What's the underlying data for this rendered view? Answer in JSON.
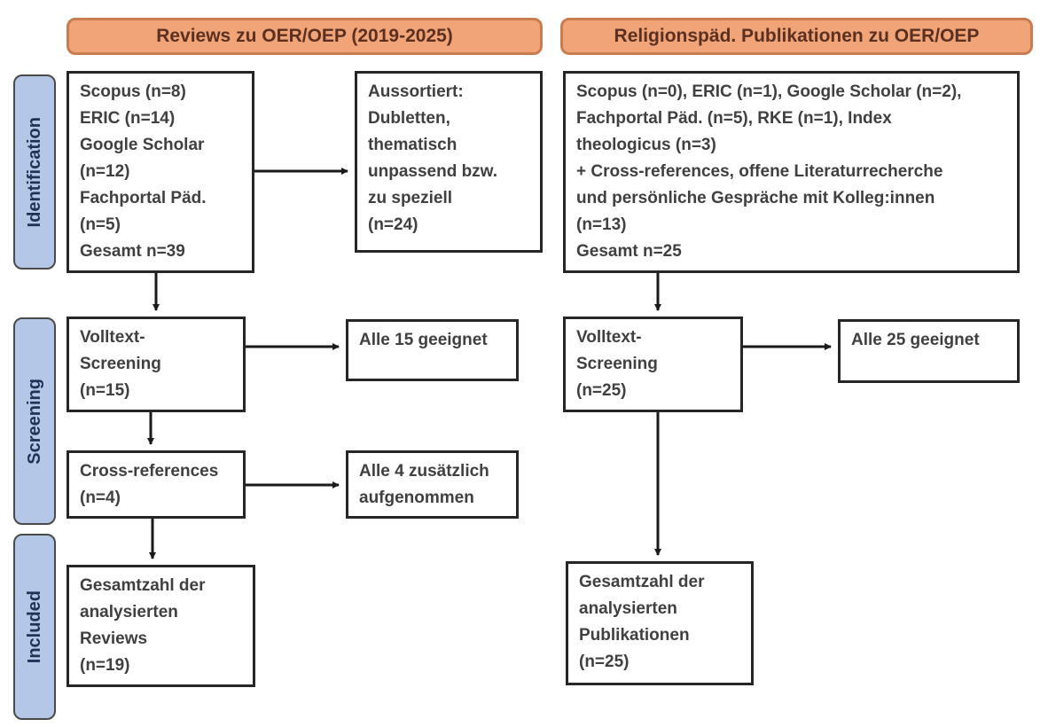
{
  "colors": {
    "header_fill": "#f0a478",
    "header_border": "#c97c4f",
    "header_text": "#5b3020",
    "stage_fill": "#b4c7e7",
    "stage_border": "#4a4a4a",
    "stage_text": "#1f3357",
    "box_border": "#262626",
    "box_text": "#404040",
    "arrow": "#1a1a1a",
    "background": "#ffffff"
  },
  "headers": {
    "left": "Reviews zu OER/OEP (2019-2025)",
    "right": "Religionspäd. Publikationen zu OER/OEP"
  },
  "stages": {
    "identification": "Identification",
    "screening": "Screening",
    "included": "Included"
  },
  "left_flow": {
    "identification": "Scopus (n=8)\nERIC (n=14)\nGoogle Scholar\n(n=12)\nFachportal Päd.\n(n=5)\nGesamt n=39",
    "excluded": "Aussortiert:\nDubletten,\nthematisch\nunpassend bzw.\nzu speziell\n(n=24)",
    "fulltext_screening": "Volltext-\nScreening\n(n=15)",
    "fulltext_result": "Alle 15 geeignet",
    "cross_references": "Cross-references\n(n=4)",
    "cross_references_result": "Alle 4 zusätzlich\naufgenommen",
    "included": "Gesamtzahl der\nanalysierten\nReviews\n(n=19)"
  },
  "right_flow": {
    "identification": "Scopus (n=0), ERIC (n=1), Google Scholar (n=2),\nFachportal Päd. (n=5), RKE (n=1), Index\ntheologicus (n=3)\n+ Cross-references, offene Literaturrecherche\nund persönliche Gespräche mit Kolleg:innen\n(n=13)\nGesamt n=25",
    "fulltext_screening": "Volltext-\nScreening\n(n=25)",
    "fulltext_result": "Alle 25 geeignet",
    "included": "Gesamtzahl der\nanalysierten\nPublikationen\n(n=25)"
  }
}
